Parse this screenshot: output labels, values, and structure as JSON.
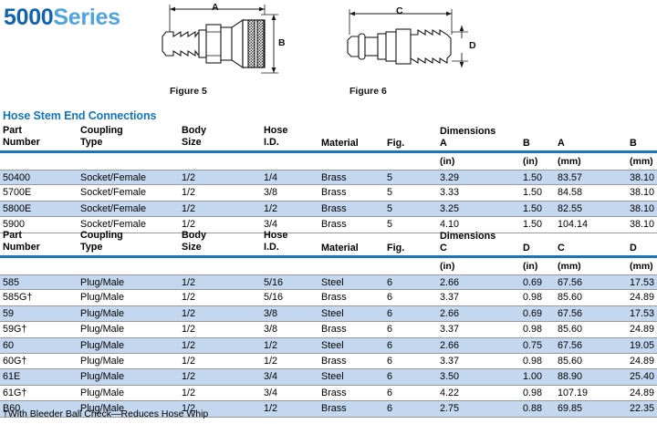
{
  "title": {
    "primary": "5000",
    "secondary": "Series"
  },
  "figures": [
    {
      "caption": "Figure 5",
      "dims": [
        "A",
        "B"
      ],
      "name": "socket-female-coupling-drawing"
    },
    {
      "caption": "Figure 6",
      "dims": [
        "C",
        "D"
      ],
      "name": "plug-male-coupling-drawing"
    }
  ],
  "section_heading": "Hose Stem End Connections",
  "colors": {
    "accent_blue": "#1b75bc",
    "title_dark": "#0f64ac",
    "title_light": "#4fa4dd",
    "row_shade": "#c3d7ef"
  },
  "table1": {
    "headers": {
      "part": [
        "Part",
        "Number"
      ],
      "coupling": [
        "Coupling",
        "Type"
      ],
      "body": [
        "Body",
        "Size"
      ],
      "hose": [
        "Hose",
        "I.D."
      ],
      "material": "Material",
      "fig": "Fig.",
      "dimensions_label": "Dimensions",
      "dim1": "A",
      "dim2": "B",
      "dim3": "A",
      "dim4": "B"
    },
    "units": {
      "dim1": "(in)",
      "dim2": "(in)",
      "dim3": "(mm)",
      "dim4": "(mm)"
    },
    "rows": [
      {
        "part": "50400",
        "coupling": "Socket/Female",
        "body": "1/2",
        "hose": "1/4",
        "material": "Brass",
        "fig": "5",
        "d1": "3.29",
        "d2": "1.50",
        "d3": "83.57",
        "d4": "38.10"
      },
      {
        "part": "5700E",
        "coupling": "Socket/Female",
        "body": "1/2",
        "hose": "3/8",
        "material": "Brass",
        "fig": "5",
        "d1": "3.33",
        "d2": "1.50",
        "d3": "84.58",
        "d4": "38.10"
      },
      {
        "part": "5800E",
        "coupling": "Socket/Female",
        "body": "1/2",
        "hose": "1/2",
        "material": "Brass",
        "fig": "5",
        "d1": "3.25",
        "d2": "1.50",
        "d3": "82.55",
        "d4": "38.10"
      },
      {
        "part": "5900",
        "coupling": "Socket/Female",
        "body": "1/2",
        "hose": "3/4",
        "material": "Brass",
        "fig": "5",
        "d1": "4.10",
        "d2": "1.50",
        "d3": "104.14",
        "d4": "38.10"
      }
    ]
  },
  "table2": {
    "headers": {
      "part": [
        "Part",
        "Number"
      ],
      "coupling": [
        "Coupling",
        "Type"
      ],
      "body": [
        "Body",
        "Size"
      ],
      "hose": [
        "Hose",
        "I.D."
      ],
      "material": "Material",
      "fig": "Fig.",
      "dimensions_label": "Dimensions",
      "dim1": "C",
      "dim2": "D",
      "dim3": "C",
      "dim4": "D"
    },
    "units": {
      "dim1": "(in)",
      "dim2": "(in)",
      "dim3": "(mm)",
      "dim4": "(mm)"
    },
    "rows": [
      {
        "part": "585",
        "coupling": "Plug/Male",
        "body": "1/2",
        "hose": "5/16",
        "material": "Steel",
        "fig": "6",
        "d1": "2.66",
        "d2": "0.69",
        "d3": "67.56",
        "d4": "17.53"
      },
      {
        "part": "585G†",
        "coupling": "Plug/Male",
        "body": "1/2",
        "hose": "5/16",
        "material": "Brass",
        "fig": "6",
        "d1": "3.37",
        "d2": "0.98",
        "d3": "85.60",
        "d4": "24.89"
      },
      {
        "part": "59",
        "coupling": "Plug/Male",
        "body": "1/2",
        "hose": "3/8",
        "material": "Steel",
        "fig": "6",
        "d1": "2.66",
        "d2": "0.69",
        "d3": "67.56",
        "d4": "17.53"
      },
      {
        "part": "59G†",
        "coupling": "Plug/Male",
        "body": "1/2",
        "hose": "3/8",
        "material": "Brass",
        "fig": "6",
        "d1": "3.37",
        "d2": "0.98",
        "d3": "85.60",
        "d4": "24.89"
      },
      {
        "part": "60",
        "coupling": "Plug/Male",
        "body": "1/2",
        "hose": "1/2",
        "material": "Steel",
        "fig": "6",
        "d1": "2.66",
        "d2": "0.75",
        "d3": "67.56",
        "d4": "19.05"
      },
      {
        "part": "60G†",
        "coupling": "Plug/Male",
        "body": "1/2",
        "hose": "1/2",
        "material": "Brass",
        "fig": "6",
        "d1": "3.37",
        "d2": "0.98",
        "d3": "85.60",
        "d4": "24.89"
      },
      {
        "part": "61E",
        "coupling": "Plug/Male",
        "body": "1/2",
        "hose": "3/4",
        "material": "Steel",
        "fig": "6",
        "d1": "3.50",
        "d2": "1.00",
        "d3": "88.90",
        "d4": "25.40"
      },
      {
        "part": "61G†",
        "coupling": "Plug/Male",
        "body": "1/2",
        "hose": "3/4",
        "material": "Brass",
        "fig": "6",
        "d1": "4.22",
        "d2": "0.98",
        "d3": "107.19",
        "d4": "24.89"
      },
      {
        "part": "B60",
        "coupling": "Plug/Male",
        "body": "1/2",
        "hose": "1/2",
        "material": "Brass",
        "fig": "6",
        "d1": "2.75",
        "d2": "0.88",
        "d3": "69.85",
        "d4": "22.35"
      }
    ]
  },
  "footnote": "†With Bleeder Ball Check—Reduces Hose Whip"
}
